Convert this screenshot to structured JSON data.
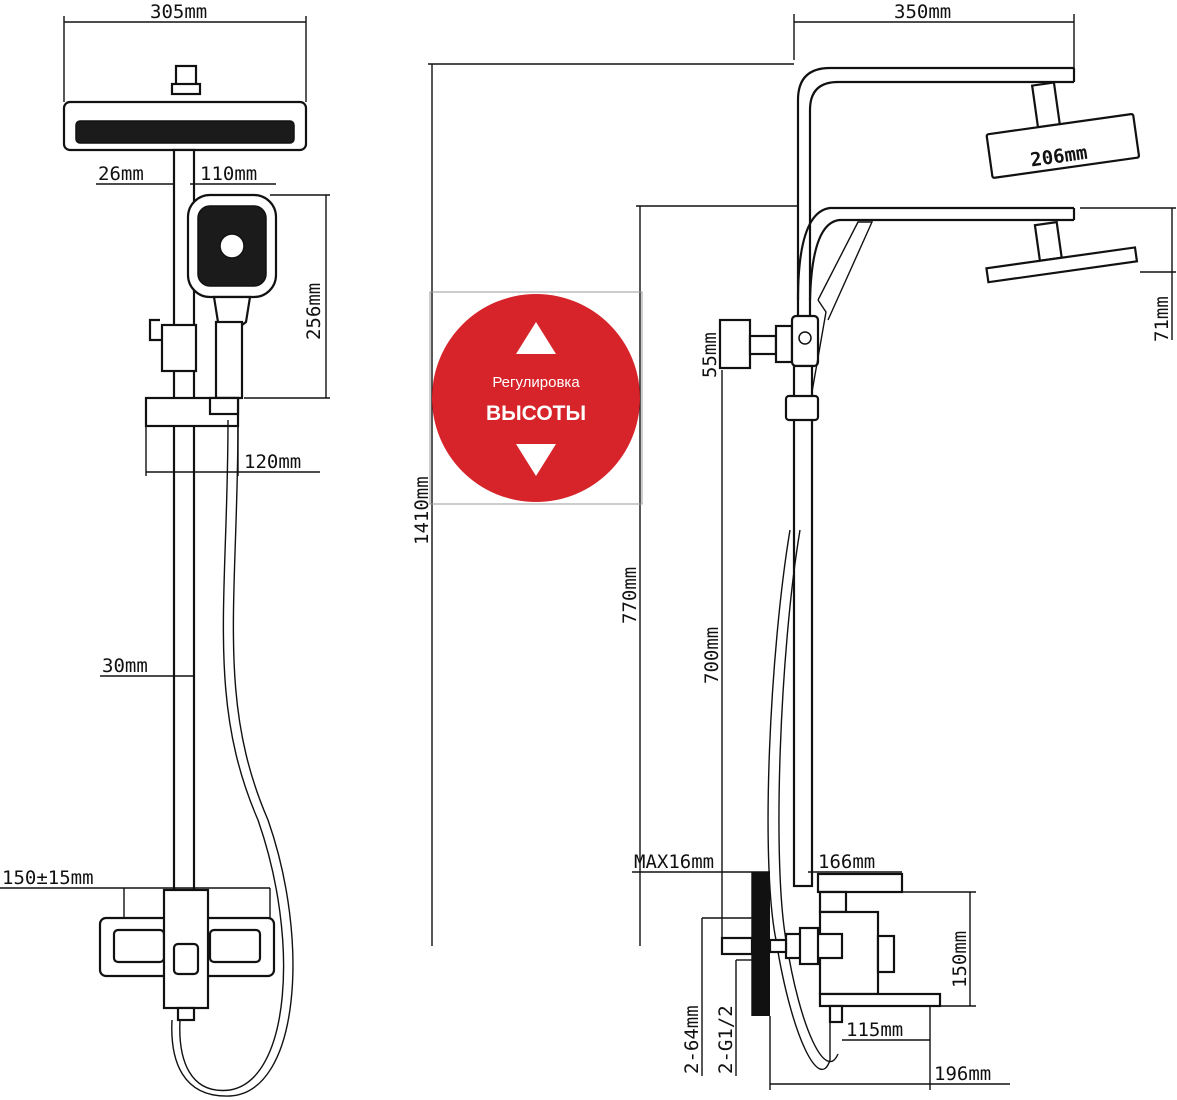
{
  "colors": {
    "line": "#111111",
    "badge": "#d6242a",
    "badge_text": "#ffffff",
    "background": "#ffffff"
  },
  "front_view": {
    "width_head": "305mm",
    "handshower_offset": "26mm",
    "handshower_width": "110mm",
    "handshower_height": "256mm",
    "holder_width": "120mm",
    "rail_diameter": "30mm",
    "mixer_centers": "150±15mm"
  },
  "side_view": {
    "arm_length": "350mm",
    "head_size": "206mm",
    "head_height": "71mm",
    "clamp": "55mm",
    "total_height": "1410mm",
    "height_770": "770mm",
    "height_700": "700mm",
    "max_wall": "MAX16mm",
    "mixer_depth": "166mm",
    "mixer_height": "150mm",
    "spout": "115mm",
    "base_depth": "196mm",
    "pipe_64": "2-64mm",
    "thread": "2-G1/2"
  },
  "badge": {
    "line1": "Регулировка",
    "line2": "ВЫСОТЫ",
    "up_icon": "triangle-up",
    "down_icon": "triangle-down"
  }
}
